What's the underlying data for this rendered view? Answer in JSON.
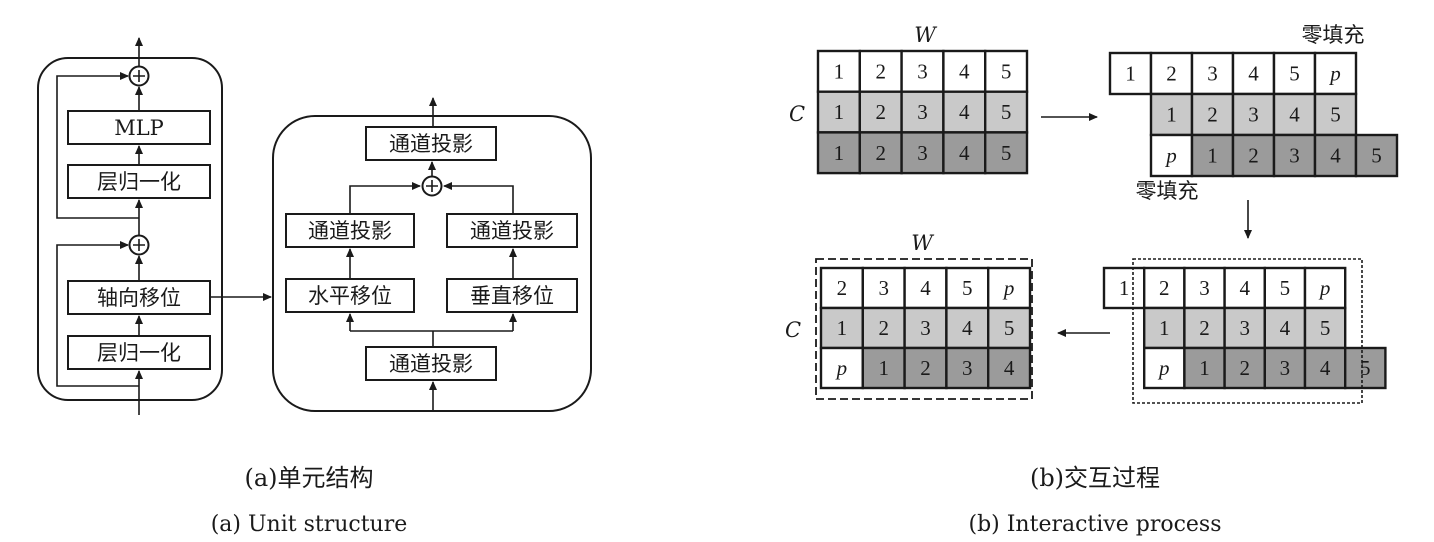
{
  "colors": {
    "white": "#ffffff",
    "light": "#c9c9c9",
    "dark": "#9b9b9b",
    "stroke": "#1a1a1a"
  },
  "unit": {
    "mlp": "MLP",
    "layer_norm_top": "层归一化",
    "axial_shift": "轴向移位",
    "layer_norm_bottom": "层归一化",
    "add_symbol": "+"
  },
  "shift_block": {
    "channel_proj_top": "通道投影",
    "channel_proj_left": "通道投影",
    "channel_proj_right": "通道投影",
    "horizontal_shift": "水平移位",
    "vertical_shift": "垂直移位",
    "channel_proj_bottom": "通道投影"
  },
  "process": {
    "w_label_1": "W",
    "c_label_1": "C",
    "w_label_2": "W",
    "c_label_2": "C",
    "zero_pad_top": "零填充",
    "zero_pad_bottom": "零填充",
    "grids": [
      {
        "rows": [
          {
            "offset": 0,
            "cells": [
              [
                "1",
                "white"
              ],
              [
                "2",
                "white"
              ],
              [
                "3",
                "white"
              ],
              [
                "4",
                "white"
              ],
              [
                "5",
                "white"
              ]
            ]
          },
          {
            "offset": 0,
            "cells": [
              [
                "1",
                "light"
              ],
              [
                "2",
                "light"
              ],
              [
                "3",
                "light"
              ],
              [
                "4",
                "light"
              ],
              [
                "5",
                "light"
              ]
            ]
          },
          {
            "offset": 0,
            "cells": [
              [
                "1",
                "dark"
              ],
              [
                "2",
                "dark"
              ],
              [
                "3",
                "dark"
              ],
              [
                "4",
                "dark"
              ],
              [
                "5",
                "dark"
              ]
            ]
          }
        ]
      },
      {
        "rows": [
          {
            "offset": 0,
            "cells": [
              [
                "1",
                "white"
              ],
              [
                "2",
                "white"
              ],
              [
                "3",
                "white"
              ],
              [
                "4",
                "white"
              ],
              [
                "5",
                "white"
              ],
              [
                "p",
                "white"
              ]
            ]
          },
          {
            "offset": 1,
            "cells": [
              [
                "1",
                "light"
              ],
              [
                "2",
                "light"
              ],
              [
                "3",
                "light"
              ],
              [
                "4",
                "light"
              ],
              [
                "5",
                "light"
              ]
            ]
          },
          {
            "offset": 1,
            "cells": [
              [
                "p",
                "white"
              ],
              [
                "1",
                "dark"
              ],
              [
                "2",
                "dark"
              ],
              [
                "3",
                "dark"
              ],
              [
                "4",
                "dark"
              ],
              [
                "5",
                "dark"
              ]
            ]
          }
        ]
      },
      {
        "rows": [
          {
            "offset": 0,
            "cells": [
              [
                "1",
                "white"
              ],
              [
                "2",
                "white"
              ],
              [
                "3",
                "white"
              ],
              [
                "4",
                "white"
              ],
              [
                "5",
                "white"
              ],
              [
                "p",
                "white"
              ]
            ]
          },
          {
            "offset": 1,
            "cells": [
              [
                "1",
                "light"
              ],
              [
                "2",
                "light"
              ],
              [
                "3",
                "light"
              ],
              [
                "4",
                "light"
              ],
              [
                "5",
                "light"
              ]
            ]
          },
          {
            "offset": 1,
            "cells": [
              [
                "p",
                "white"
              ],
              [
                "1",
                "dark"
              ],
              [
                "2",
                "dark"
              ],
              [
                "3",
                "dark"
              ],
              [
                "4",
                "dark"
              ],
              [
                "5",
                "dark"
              ]
            ]
          }
        ]
      },
      {
        "rows": [
          {
            "offset": 0,
            "cells": [
              [
                "2",
                "white"
              ],
              [
                "3",
                "white"
              ],
              [
                "4",
                "white"
              ],
              [
                "5",
                "white"
              ],
              [
                "p",
                "white"
              ]
            ]
          },
          {
            "offset": 0,
            "cells": [
              [
                "1",
                "light"
              ],
              [
                "2",
                "light"
              ],
              [
                "3",
                "light"
              ],
              [
                "4",
                "light"
              ],
              [
                "5",
                "light"
              ]
            ]
          },
          {
            "offset": 0,
            "cells": [
              [
                "p",
                "white"
              ],
              [
                "1",
                "dark"
              ],
              [
                "2",
                "dark"
              ],
              [
                "3",
                "dark"
              ],
              [
                "4",
                "dark"
              ]
            ]
          }
        ]
      }
    ]
  },
  "captions": {
    "a_cn": "(a)单元结构",
    "a_en": "(a) Unit structure",
    "b_cn": "(b)交互过程",
    "b_en": "(b) Interactive process"
  }
}
